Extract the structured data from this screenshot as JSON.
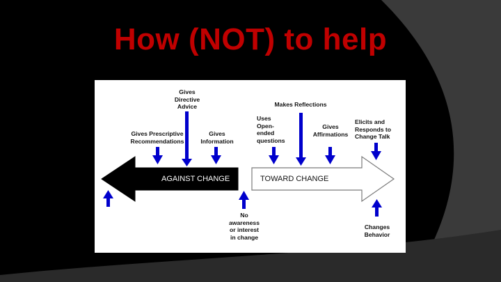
{
  "slide": {
    "title": "How (NOT) to help",
    "title_color": "#c00000",
    "background_color": "#000000",
    "accent_shape_color": "#3a3a3a"
  },
  "diagram": {
    "against_label": "AGAINST CHANGE",
    "toward_label": "TOWARD CHANGE",
    "marker_color": "#0000cc",
    "labels": {
      "gives_directive_advice": "Gives\nDirective\nAdvice",
      "gives_prescriptive_recommendations": "Gives Prescriptive\nRecommendations",
      "gives_information": "Gives\nInformation",
      "makes_reflections": "Makes Reflections",
      "uses_open_ended_questions": "Uses\nOpen-\nended\nquestions",
      "gives_affirmations": "Gives\nAffirmations",
      "elicits_and_responds": "Elicits and\nResponds to\nChange Talk",
      "no_awareness": "No\nawareness\nor interest\nin change",
      "changes_behavior": "Changes\nBehavior"
    }
  }
}
